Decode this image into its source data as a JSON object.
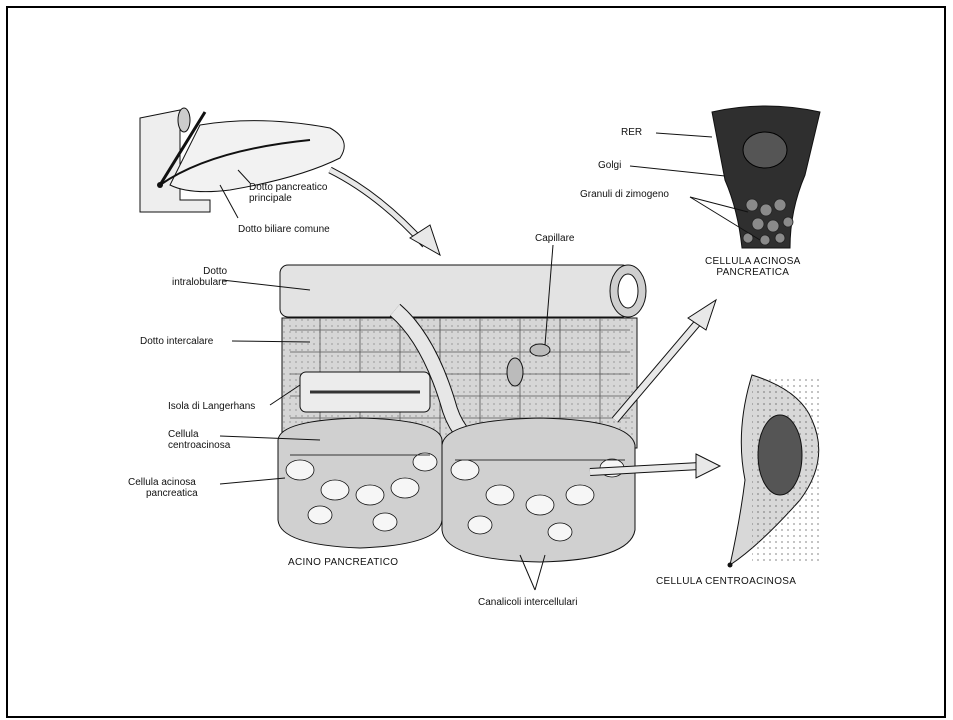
{
  "labels": {
    "dotto_pancreatico_principale_1": "Dotto pancreatico",
    "dotto_pancreatico_principale_2": "principale",
    "dotto_biliare_comune": "Dotto biliare comune",
    "capillare": "Capillare",
    "dotto_intralobulare_1": "Dotto",
    "dotto_intralobulare_2": "intralobulare",
    "dotto_intercalare": "Dotto intercalare",
    "isola_langerhans": "Isola di Langerhans",
    "cellula_centroacinosa_1": "Cellula",
    "cellula_centroacinosa_2": "centroacinosa",
    "cellula_acinosa_1": "Cellula acinosa",
    "cellula_acinosa_2": "pancreatica",
    "acino_pancreatico": "ACINO PANCREATICO",
    "canalicoli": "Canalicoli intercellulari",
    "rer": "RER",
    "golgi": "Golgi",
    "granuli": "Granuli di zimogeno",
    "cellula_acinosa_title_1": "CELLULA ACINOSA",
    "cellula_acinosa_title_2": "PANCREATICA",
    "cellula_centroacinosa_title": "CELLULA CENTROACINOSA"
  },
  "colors": {
    "line": "#111111",
    "tissue": "#d9d9d9",
    "dark_cell": "#3a3a3a"
  }
}
